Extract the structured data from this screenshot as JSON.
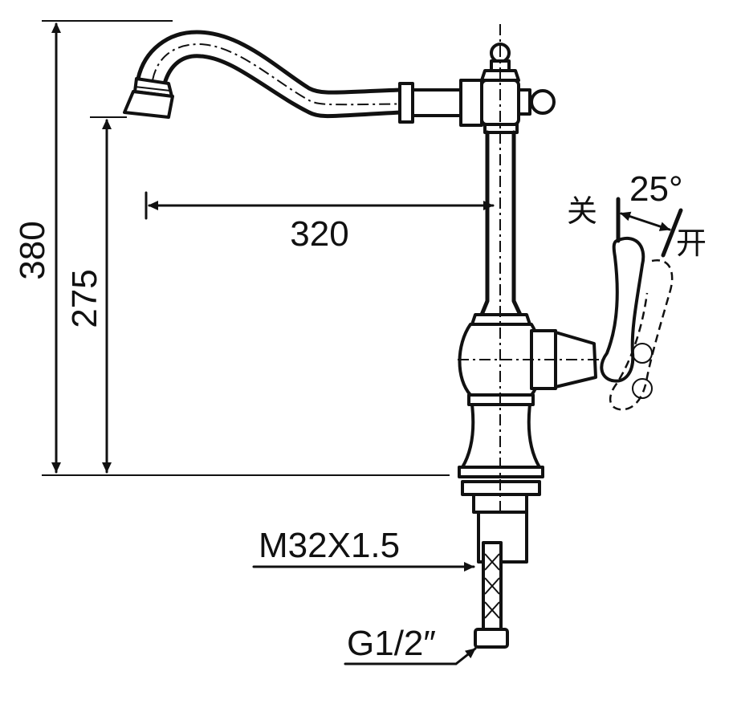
{
  "dimensions": {
    "height_total": "380",
    "height_spout": "275",
    "reach": "320",
    "thread": "M32X1.5",
    "inlet": "G1/2″",
    "handle_angle": "25°"
  },
  "handle_positions": {
    "closed": "关",
    "open": "开"
  }
}
